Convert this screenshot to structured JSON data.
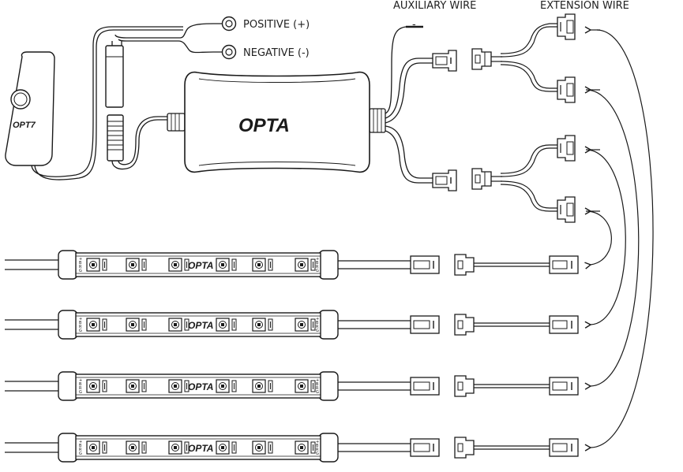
{
  "labels": {
    "positive": "POSITIVE (+)",
    "negative": "NEGATIVE (-)",
    "auxiliary_wire": "AUXILIARY WIRE",
    "extension_wire": "EXTENSION WIRE",
    "aux_minus": "-"
  },
  "brand": {
    "controller_logo": "OPTA",
    "remote_logo": "OPT7",
    "strip_logo": "OPTA"
  },
  "strips": [
    {
      "id": "strip-1",
      "pins": [
        "+",
        "B",
        "R",
        "G"
      ]
    },
    {
      "id": "strip-2",
      "pins": [
        "+",
        "B",
        "R",
        "G"
      ]
    },
    {
      "id": "strip-3",
      "pins": [
        "+",
        "B",
        "R",
        "G"
      ]
    },
    {
      "id": "strip-4",
      "pins": [
        "+",
        "B",
        "R",
        "G"
      ]
    }
  ],
  "colors": {
    "line": "#1a1a1a",
    "background": "#ffffff"
  }
}
